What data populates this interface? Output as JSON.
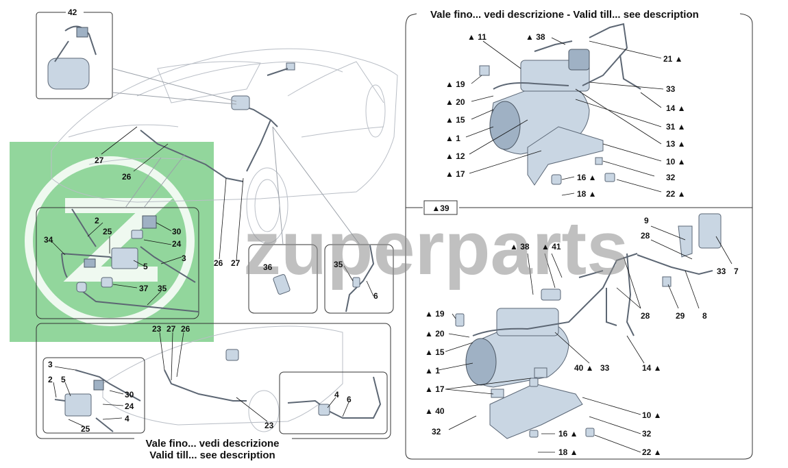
{
  "header_top": "Vale fino... vedi descrizione  -  Valid till... see description",
  "footer_it": "Vale fino... vedi descrizione",
  "footer_en": "Valid till... see description",
  "watermark": "zuperparts",
  "divider_label": "▲39",
  "colors": {
    "watermark_green": "#39b54a",
    "part_fill": "#c9d6e3"
  },
  "labels": {
    "l42": "42",
    "l27a": "27",
    "l26a": "26",
    "l2a": "2",
    "l25a": "25",
    "l30a": "30",
    "l34": "34",
    "l24a": "24",
    "l3a": "3",
    "l5a": "5",
    "l37": "37",
    "l35a": "35",
    "l26b": "26",
    "l27b": "27",
    "l36": "36",
    "l35b": "35",
    "l6a": "6",
    "l23a": "23",
    "l27c": "27",
    "l26c": "26",
    "l3b": "3",
    "l2b": "2",
    "l5b": "5",
    "l30b": "30",
    "l24b": "24",
    "l4a": "4",
    "l25b": "25",
    "l23b": "23",
    "l4b": "4",
    "l6b": "6",
    "r11": "▲ 11",
    "r38a": "▲ 38",
    "r21": "21 ▲",
    "r19a": "▲ 19",
    "r33a": "33",
    "r20a": "▲ 20",
    "r14a": "14 ▲",
    "r15a": "▲ 15",
    "r31": "31 ▲",
    "r1a": "▲ 1",
    "r13": "13 ▲",
    "r12": "▲ 12",
    "r10a": "10 ▲",
    "r17a": "▲ 17",
    "r16a": "16 ▲",
    "r32a": "32",
    "r22a": "22 ▲",
    "r18a": "18 ▲",
    "r9": "9",
    "r28a": "28",
    "r7": "7",
    "r33b": "33",
    "r38b": "▲ 38",
    "r41": "▲ 41",
    "r8": "8",
    "r29": "29",
    "r28b": "28",
    "r19b": "▲ 19",
    "r20b": "▲ 20",
    "r15b": "▲ 15",
    "r1b": "▲ 1",
    "r40a": "40 ▲",
    "r33c": "33",
    "r14b": "14 ▲",
    "r17b": "▲ 17",
    "r40b": "▲ 40",
    "r10b": "10 ▲",
    "r32b": "32",
    "r16b": "16 ▲",
    "r32c": "32",
    "r22b": "22 ▲",
    "r18b": "18 ▲"
  }
}
